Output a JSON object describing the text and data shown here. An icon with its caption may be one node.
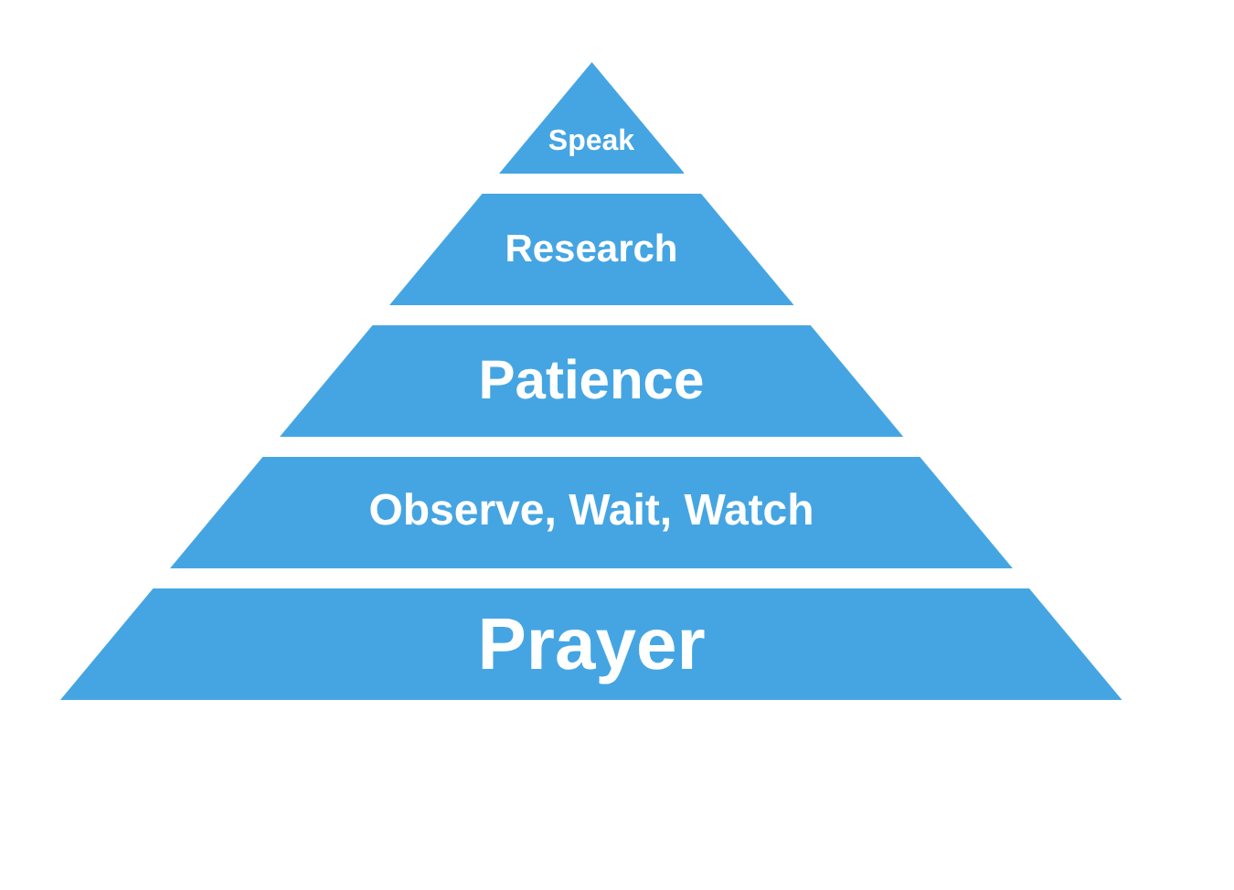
{
  "diagram": {
    "nodes": [
      {
        "text": [
          "Speak"
        ]
      },
      {
        "text": [
          "Research"
        ]
      },
      {
        "text": [
          "Patience"
        ]
      },
      {
        "text": [
          "Observe, Wait, Watch"
        ]
      },
      {
        "text": [
          "Prayer"
        ]
      }
    ]
  }
}
